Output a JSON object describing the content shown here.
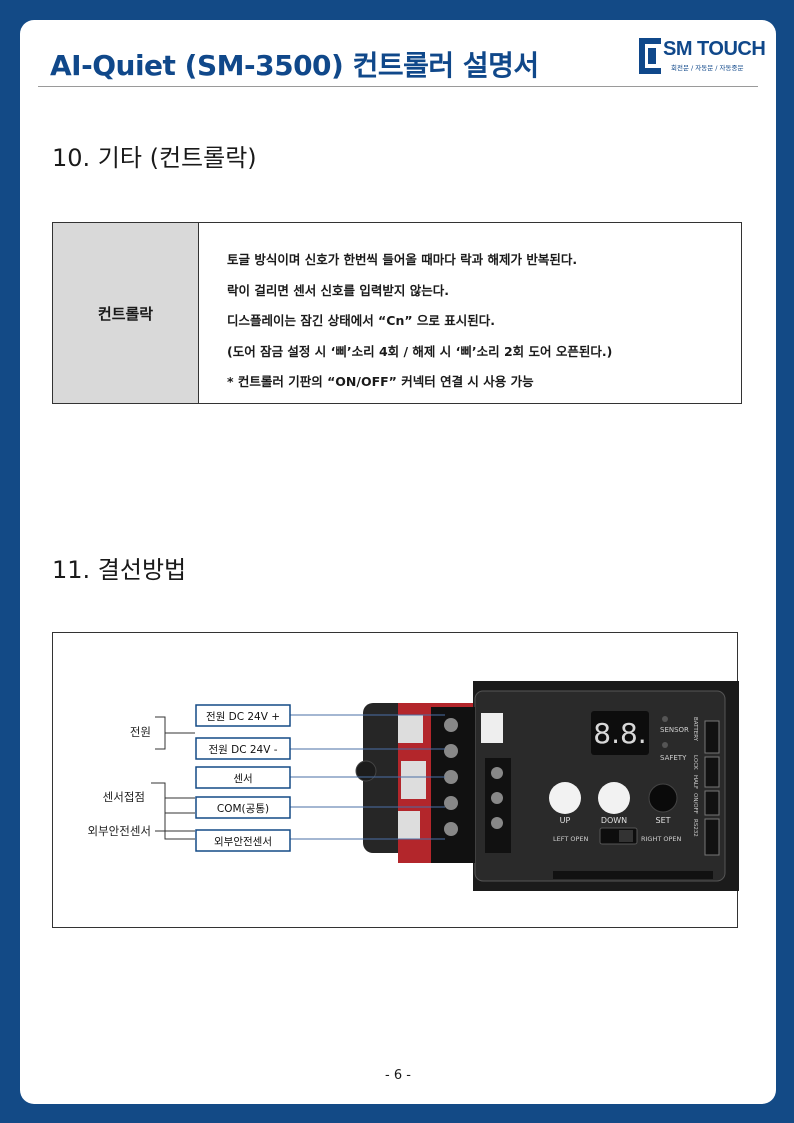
{
  "header": {
    "title": "AI-Quiet (SM-3500) 컨트롤러 설명서",
    "logo_text": "SM TOUCH",
    "logo_sub": "회전문 / 자동문 / 자동중문"
  },
  "section10": {
    "title": "10. 기타 (컨트롤락)",
    "table": {
      "label": "컨트롤락",
      "lines": [
        "토글 방식이며 신호가 한번씩 들어올 때마다 락과 해제가 반복된다.",
        "락이 걸리면 센서 신호를 입력받지 않는다.",
        "디스플레이는 잠긴 상태에서 “Cn” 으로 표시된다.",
        "(도어 잠금 설정 시  ‘삐’소리 4회 / 해제 시 ‘삐’소리 2회 도어 오픈된다.)",
        "* 컨트롤러 기판의 “ON/OFF” 커넥터 연결 시 사용 가능"
      ]
    }
  },
  "section11": {
    "title": "11. 결선방법",
    "group_labels": [
      "전원",
      "센서접점",
      "외부안전센서"
    ],
    "terminal_labels": [
      "전원 DC 24V +",
      "전원 DC 24V -",
      "센서",
      "COM(공통)",
      "외부안전센서"
    ],
    "device": {
      "display": "8.8.",
      "sensor_label": "SENSOR",
      "safety_label": "SAFETY",
      "buttons": [
        "UP",
        "DOWN",
        "SET"
      ],
      "switch_left": "LEFT OPEN",
      "switch_right": "RIGHT OPEN",
      "side_labels": [
        "BATTERY",
        "LOCK",
        "HALF",
        "ON/OFF",
        "RS232"
      ]
    }
  },
  "footer": {
    "page_number": "- 6 -"
  },
  "colors": {
    "frame": "#134a86",
    "title": "#10488a",
    "label_border": "#134a86"
  }
}
